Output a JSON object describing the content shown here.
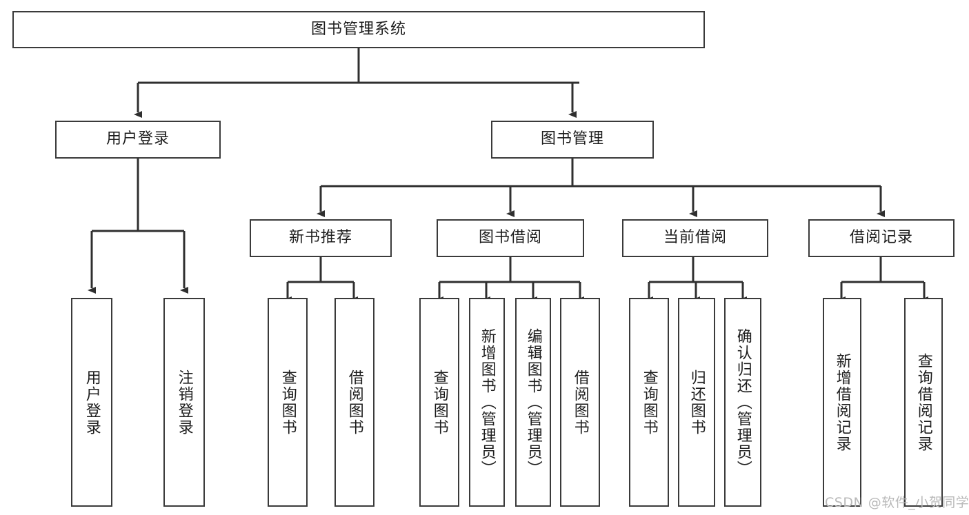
{
  "diagram": {
    "title": "图书管理系统",
    "type": "functional-decomposition-tree",
    "colors": {
      "box_border": "#3a3a3a",
      "background": "#ffffff",
      "text": "#1d1d1d",
      "connector": "#2f2f2f",
      "watermark": "#b9b9b9"
    },
    "root": {
      "label": "图书管理系统"
    },
    "level2": [
      {
        "id": "user-login",
        "label": "用户登录"
      },
      {
        "id": "book-manage",
        "label": "图书管理"
      }
    ],
    "level3": [
      {
        "id": "new-book-recommend",
        "label": "新书推荐"
      },
      {
        "id": "book-borrow",
        "label": "图书借阅"
      },
      {
        "id": "current-borrow",
        "label": "当前借阅"
      },
      {
        "id": "borrow-record",
        "label": "借阅记录"
      }
    ],
    "leaves": {
      "user_login": [
        {
          "id": "leaf-user-login",
          "label": "用户登录"
        },
        {
          "id": "leaf-logout",
          "label": "注销登录"
        }
      ],
      "new_book_recommend": [
        {
          "id": "leaf-query-book-1",
          "label": "查询图书"
        },
        {
          "id": "leaf-borrow-book-1",
          "label": "借阅图书"
        }
      ],
      "book_borrow": [
        {
          "id": "leaf-query-book-2",
          "label": "查询图书"
        },
        {
          "id": "leaf-add-book",
          "label": "新增图书（管理员）"
        },
        {
          "id": "leaf-edit-book",
          "label": "编辑图书（管理员）"
        },
        {
          "id": "leaf-borrow-book-2",
          "label": "借阅图书"
        }
      ],
      "current_borrow": [
        {
          "id": "leaf-query-book-3",
          "label": "查询图书"
        },
        {
          "id": "leaf-return-book",
          "label": "归还图书"
        },
        {
          "id": "leaf-confirm-return",
          "label": "确认归还（管理员）"
        }
      ],
      "borrow_record": [
        {
          "id": "leaf-add-record",
          "label": "新增借阅记录"
        },
        {
          "id": "leaf-query-record",
          "label": "查询借阅记录"
        }
      ]
    }
  },
  "watermark": {
    "text": "CSDN @软件_小贺同学"
  }
}
